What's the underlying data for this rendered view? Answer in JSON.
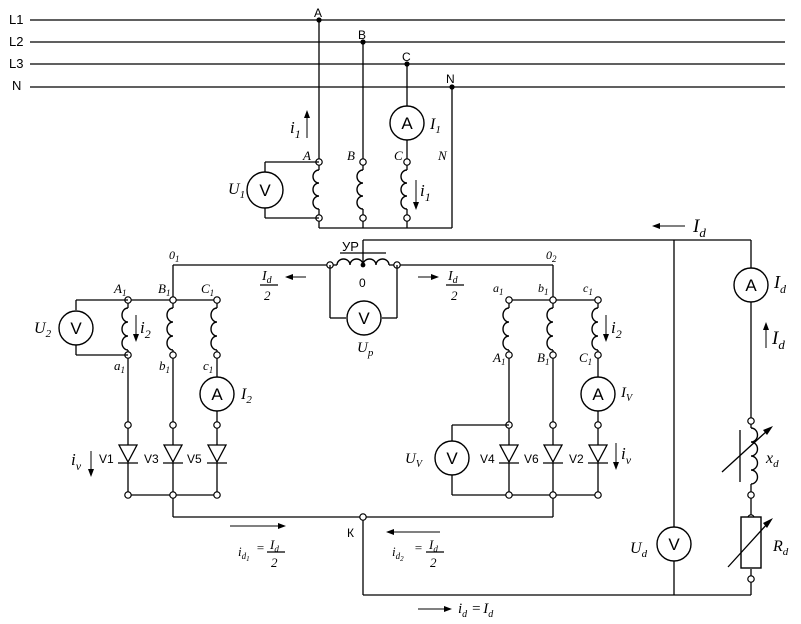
{
  "lines": {
    "l1": "L1",
    "l2": "L2",
    "l3": "L3",
    "n": "N"
  },
  "taps": {
    "a": "A",
    "b": "B",
    "c": "C",
    "n": "N"
  },
  "primary": {
    "a": "A",
    "b": "B",
    "c": "C",
    "n": "N",
    "i1": "i",
    "i1_sub": "1"
  },
  "meters": {
    "voltmeter": "V",
    "ammeter": "A",
    "u1": "U",
    "u1_sub": "1",
    "i1": "I",
    "i1_sub": "1",
    "u2": "U",
    "u2_sub": "2",
    "i2": "I",
    "i2_sub": "2",
    "uv": "U",
    "uv_sub": "V",
    "iv": "I",
    "iv_sub": "V",
    "up": "U",
    "up_sub": "p",
    "ud": "U",
    "ud_sub": "d",
    "id": "I",
    "id_sub": "d"
  },
  "reactor": {
    "label": "УР",
    "zero": "0",
    "node1": "0",
    "node1_sub": "1",
    "node2": "0",
    "node2_sub": "2",
    "frac_num": "I",
    "frac_num_sub": "d",
    "frac_den": "2"
  },
  "left_windings": {
    "A1": "A",
    "B1": "B",
    "C1": "C",
    "a1": "a",
    "b1": "b",
    "c1": "c",
    "sub": "1",
    "i2": "i",
    "i2_sub": "2"
  },
  "right_windings": {
    "a1": "a",
    "b1": "b",
    "c1": "c",
    "A1": "A",
    "B1": "B",
    "C1": "C",
    "sub": "1",
    "i2": "i",
    "i2_sub": "2"
  },
  "diodes": {
    "v1": "V1",
    "v3": "V3",
    "v5": "V5",
    "v4": "V4",
    "v6": "V6",
    "v2": "V2",
    "iv": "i",
    "iv_sub": "v"
  },
  "load": {
    "node_k": "К",
    "xd": "x",
    "xd_sub": "d",
    "rd": "R",
    "rd_sub": "d",
    "id_top": "I",
    "id_top_sub": "d",
    "id_right": "I",
    "id_right_sub": "d",
    "bottom_i": "i",
    "bottom_i_sub": "d",
    "bottom_eq": "=",
    "bottom_I": "I",
    "bottom_I_sub": "d"
  },
  "currents": {
    "left_i": "i",
    "left_i_sub": "d",
    "left_i_subsub": "1",
    "right_i": "i",
    "right_i_sub": "d",
    "right_i_subsub": "2",
    "eq": "=",
    "num": "I",
    "num_sub": "d",
    "den": "2"
  }
}
